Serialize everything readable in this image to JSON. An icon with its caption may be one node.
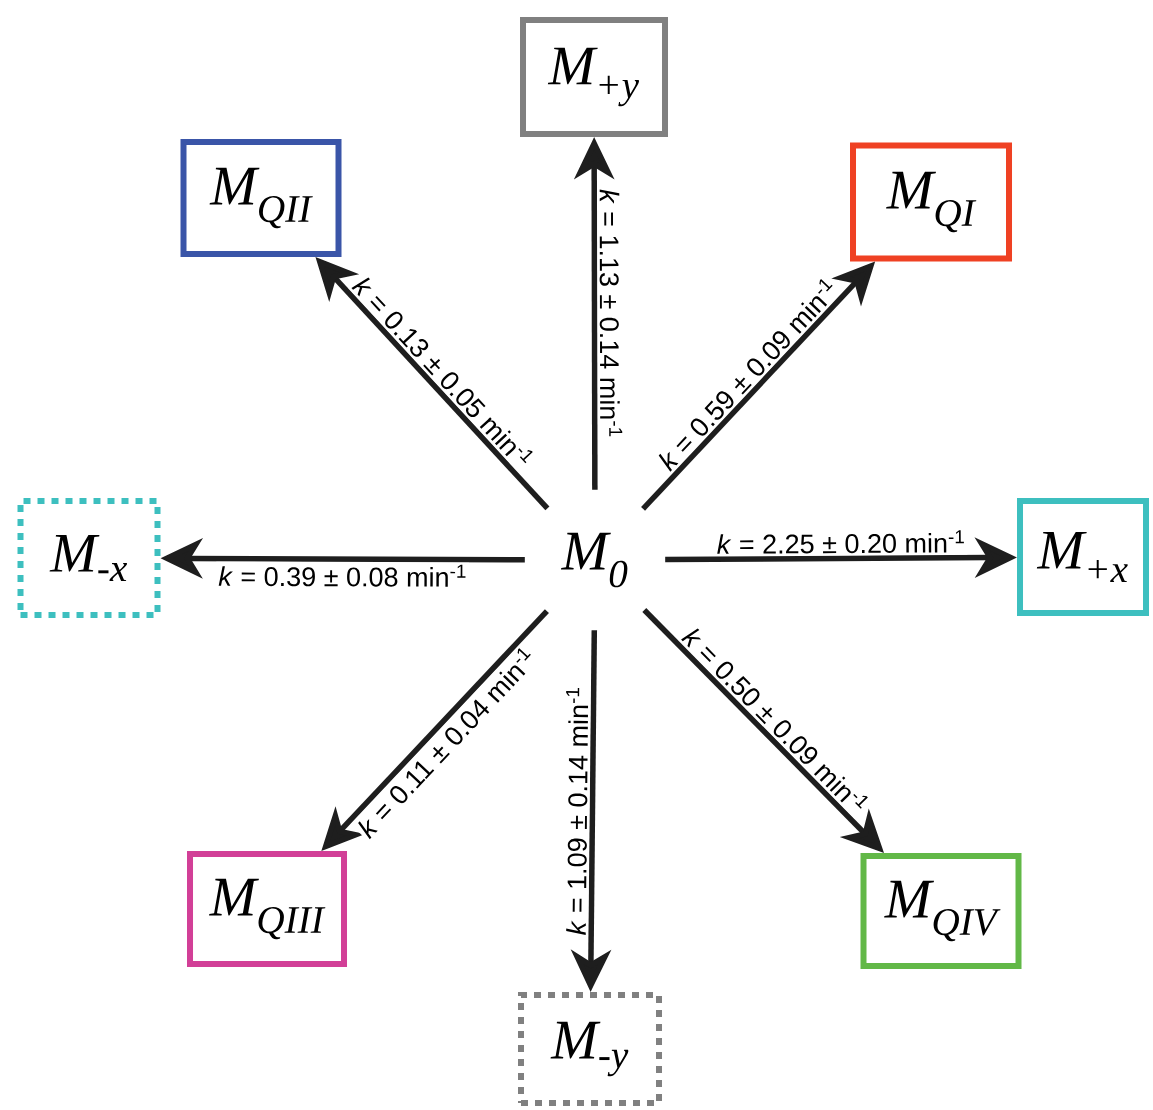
{
  "diagram": {
    "nodes": [
      {
        "text": [
          "M$_{0}$"
        ]
      },
      {
        "text": [
          "M$_{+y}$"
        ]
      },
      {
        "text": [
          "M$_{QII}$"
        ]
      },
      {
        "text": [
          "M$_{QI}$"
        ]
      },
      {
        "text": [
          "M$_{-x}$"
        ]
      },
      {
        "text": [
          "M$_{+x}$"
        ]
      },
      {
        "text": [
          "M$_{QIII}$"
        ]
      },
      {
        "text": [
          "M$_{QIV}$"
        ]
      },
      {
        "text": [
          "M$_{-y}$"
        ]
      }
    ],
    "edges": [
      {
        "from": 0,
        "to": 1,
        "arrow": "to",
        "label": "*k* = 1.13 ± 0.14 min$^{-1}$"
      },
      {
        "from": 0,
        "to": 2,
        "arrow": "to",
        "label": "*k* = 0.13 ± 0.05 min$^{-1}$"
      },
      {
        "from": 0,
        "to": 3,
        "arrow": "to",
        "label": "*k* = 0.59 ± 0.09 min$^{-1}$"
      },
      {
        "from": 0,
        "to": 4,
        "arrow": "to",
        "label": "*k* = 0.39 ± 0.08 min$^{-1}$"
      },
      {
        "from": 0,
        "to": 5,
        "arrow": "to",
        "label": "*k* = 2.25 ± 0.20 min$^{-1}$"
      },
      {
        "from": 0,
        "to": 6,
        "arrow": "to",
        "label": "*k* = 0.11 ± 0.04 min$^{-1}$"
      },
      {
        "from": 0,
        "to": 7,
        "arrow": "to",
        "label": "*k* = 0.50 ± 0.09 min$^{-1}$"
      },
      {
        "from": 0,
        "to": 8,
        "arrow": "to",
        "label": "*k* = 1.09 ± 0.14 min$^{-1}$"
      }
    ]
  }
}
